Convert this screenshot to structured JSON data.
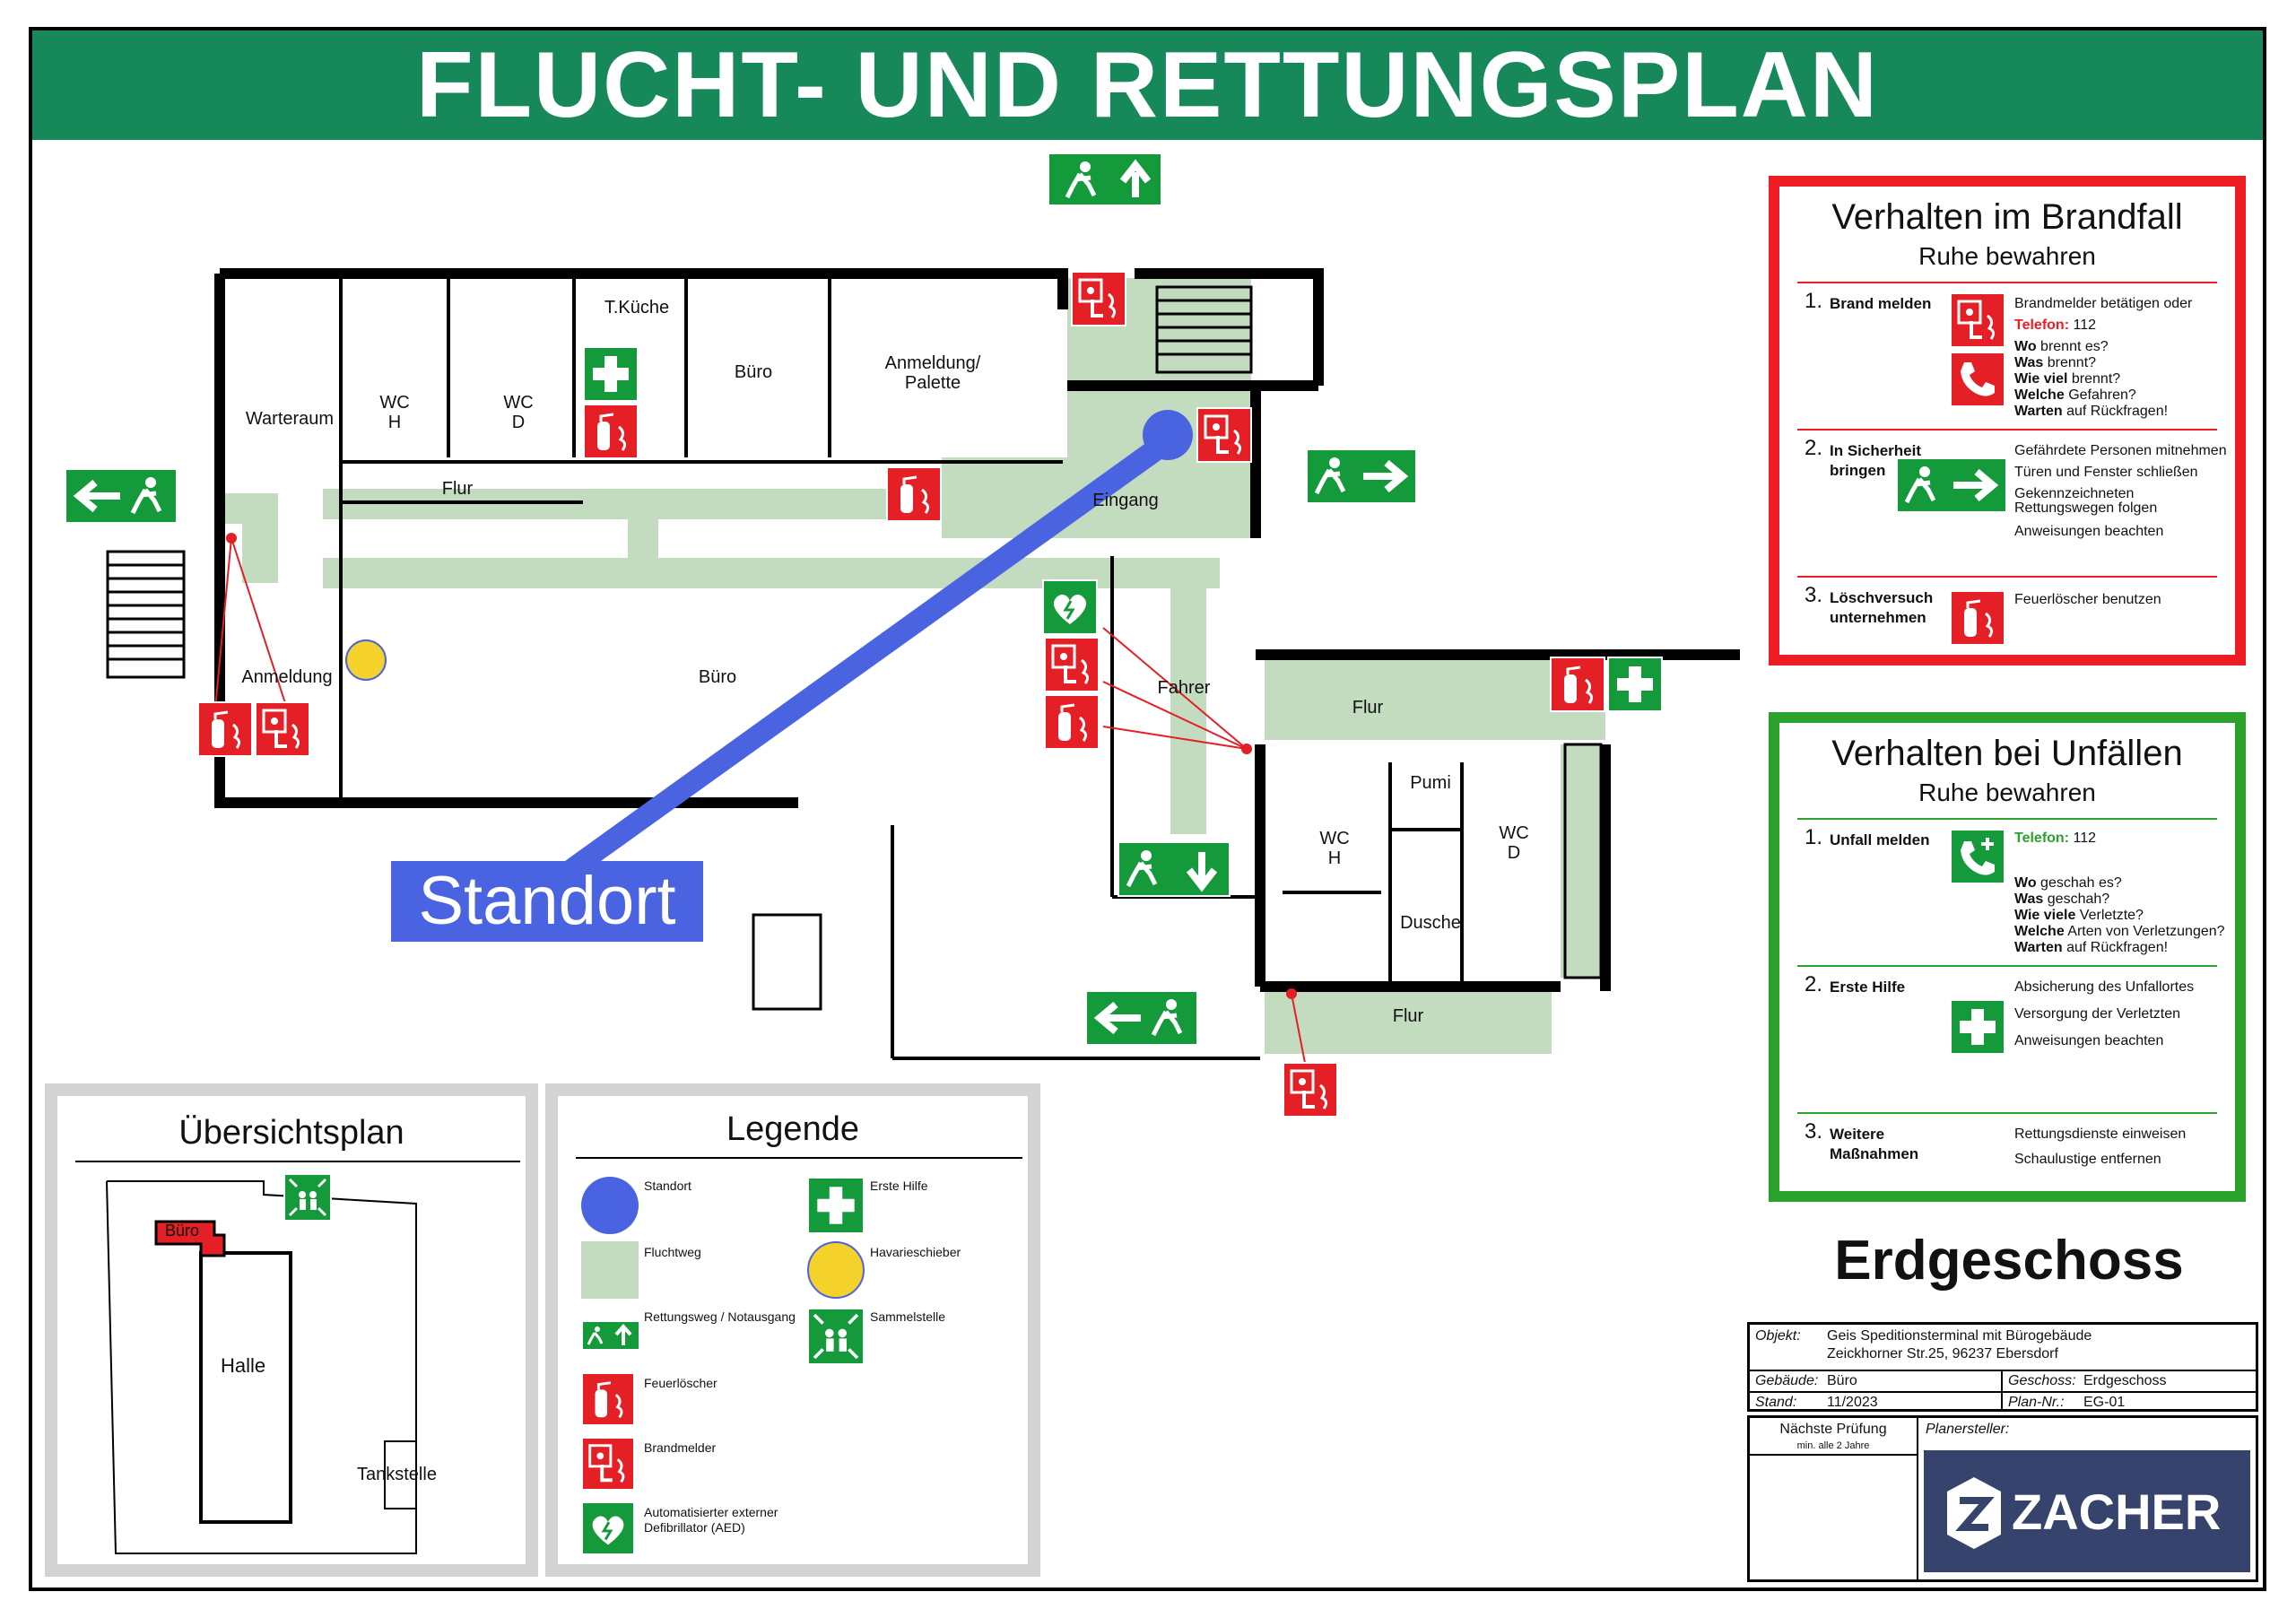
{
  "title": "FLUCHT- UND RETTUNGSPLAN",
  "brand": {
    "title_green": "#17885a",
    "safety_red": "#e41f26",
    "safety_green": "#149a3b",
    "escape_route": "#c3dcc0",
    "standort_blue": "#4a63e0",
    "havarie_yellow": "#f5d12b"
  },
  "rooms": {
    "warteraum": "Warteraum",
    "wc_h_line1": "WC",
    "wc_h_line2": "H",
    "wc_d_line1": "WC",
    "wc_d_line2": "D",
    "tkueche": "T.Küche",
    "buero_top": "Büro",
    "anmeldung_palette_1": "Anmeldung/",
    "anmeldung_palette_2": "Palette",
    "flur_top": "Flur",
    "eingang": "Eingang",
    "anmeldung": "Anmeldung",
    "buero_main": "Büro",
    "fahrer": "Fahrer",
    "flur_right": "Flur",
    "pumi": "Pumi",
    "wc_h2_line1": "WC",
    "wc_h2_line2": "H",
    "wc_d2_line1": "WC",
    "wc_d2_line2": "D",
    "dusche": "Dusche",
    "flur_bottom": "Flur"
  },
  "standort_label": "Standort",
  "brandfall": {
    "title": "Verhalten im Brandfall",
    "subtitle": "Ruhe bewahren",
    "s1_num": "1.",
    "s1_label": "Brand melden",
    "s1_t1": "Brandmelder betätigen oder",
    "s1_t2a": "Telefon:",
    "s1_t2b": "112",
    "s1_t3a": "Wo",
    "s1_t3b": "brennt es?",
    "s1_t4a": "Was",
    "s1_t4b": "brennt?",
    "s1_t5a": "Wie viel",
    "s1_t5b": "brennt?",
    "s1_t6a": "Welche",
    "s1_t6b": "Gefahren?",
    "s1_t7a": "Warten",
    "s1_t7b": "auf Rückfragen!",
    "s2_num": "2.",
    "s2_label1": "In Sicherheit",
    "s2_label2": "bringen",
    "s2_t1": "Gefährdete Personen mitnehmen",
    "s2_t2": "Türen und Fenster schließen",
    "s2_t3": "Gekennzeichneten",
    "s2_t4": "Rettungswegen folgen",
    "s2_t5": "Anweisungen beachten",
    "s3_num": "3.",
    "s3_label1": "Löschversuch",
    "s3_label2": "unternehmen",
    "s3_t1": "Feuerlöscher benutzen"
  },
  "unfaelle": {
    "title": "Verhalten bei Unfällen",
    "subtitle": "Ruhe bewahren",
    "s1_num": "1.",
    "s1_label": "Unfall melden",
    "s1_t1a": "Telefon:",
    "s1_t1b": "112",
    "s1_t2a": "Wo",
    "s1_t2b": "geschah es?",
    "s1_t3a": "Was",
    "s1_t3b": "geschah?",
    "s1_t4a": "Wie viele",
    "s1_t4b": "Verletzte?",
    "s1_t5a": "Welche",
    "s1_t5b": "Arten von Verletzungen?",
    "s1_t6a": "Warten",
    "s1_t6b": "auf Rückfragen!",
    "s2_num": "2.",
    "s2_label": "Erste Hilfe",
    "s2_t1": "Absicherung des Unfallortes",
    "s2_t2": "Versorgung der Verletzten",
    "s2_t3": "Anweisungen beachten",
    "s3_num": "3.",
    "s3_label1": "Weitere",
    "s3_label2": "Maßnahmen",
    "s3_t1": "Rettungsdienste einweisen",
    "s3_t2": "Schaulustige entfernen"
  },
  "overview": {
    "title": "Übersichtsplan",
    "buero": "Büro",
    "halle": "Halle",
    "tankstelle": "Tankstelle"
  },
  "legend": {
    "title": "Legende",
    "standort": "Standort",
    "fluchtweg": "Fluchtweg",
    "rettungsweg": "Rettungsweg / Notausgang",
    "feuerloescher": "Feuerlöscher",
    "brandmelder": "Brandmelder",
    "aed1": "Automatisierter externer",
    "aed2": "Defibrillator (AED)",
    "erste_hilfe": "Erste Hilfe",
    "havarieschieber": "Havarieschieber",
    "sammelstelle": "Sammelstelle"
  },
  "geschoss_title": "Erdgeschoss",
  "titleblock": {
    "objekt_label": "Objekt:",
    "objekt_1": "Geis Speditionsterminal mit Bürogebäude",
    "objekt_2": "Zeickhorner Str.25, 96237 Ebersdorf",
    "gebaeude_label": "Gebäude:",
    "gebaeude": "Büro",
    "geschoss_label": "Geschoss:",
    "geschoss": "Erdgeschoss",
    "stand_label": "Stand:",
    "stand": "11/2023",
    "plannr_label": "Plan-Nr.:",
    "plannr": "EG-01",
    "pruefung": "Nächste Prüfung",
    "pruefung_sub": "min. alle 2 Jahre",
    "planersteller": "Planersteller:",
    "logo": "ZACHER"
  }
}
